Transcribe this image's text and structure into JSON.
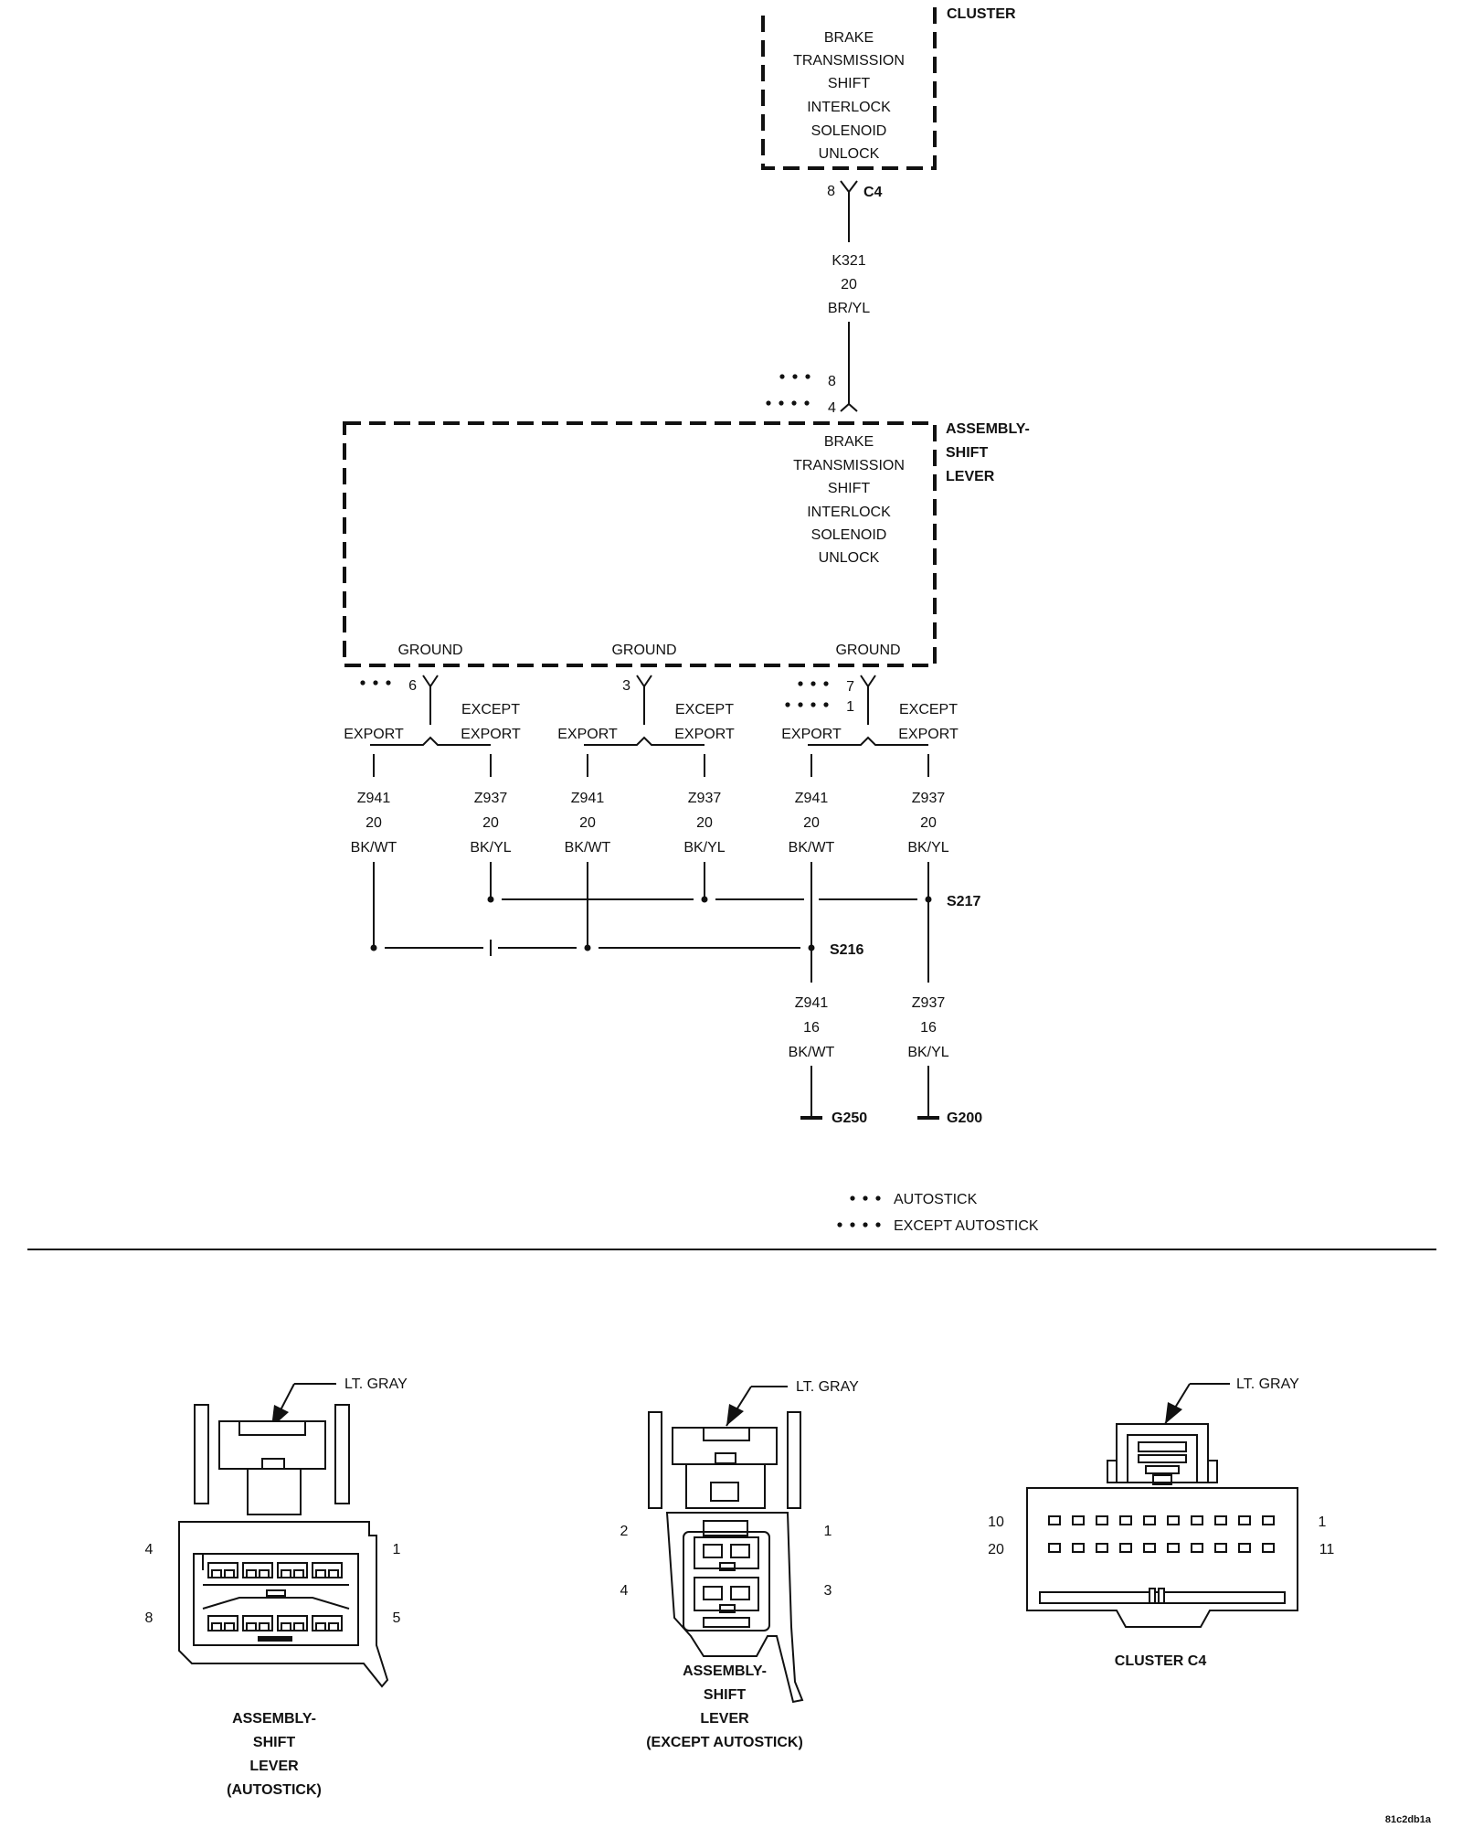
{
  "cluster": {
    "label": "CLUSTER",
    "function_lines": [
      "BRAKE",
      "TRANSMISSION",
      "SHIFT",
      "INTERLOCK",
      "SOLENOID",
      "UNLOCK"
    ],
    "pin": "8",
    "connector": "C4"
  },
  "wire_k321": {
    "circuit": "K321",
    "gauge": "20",
    "color": "BR/YL"
  },
  "assembly": {
    "label_lines": [
      "ASSEMBLY-",
      "SHIFT",
      "LEVER"
    ],
    "function_lines": [
      "BRAKE",
      "TRANSMISSION",
      "SHIFT",
      "INTERLOCK",
      "SOLENOID",
      "UNLOCK"
    ],
    "input_pins": [
      "8",
      "4"
    ],
    "grounds": [
      {
        "label": "GROUND",
        "pins": [
          "6"
        ]
      },
      {
        "label": "GROUND",
        "pins": [
          "3"
        ]
      },
      {
        "label": "GROUND",
        "pins": [
          "7",
          "1"
        ]
      }
    ]
  },
  "branch_labels": {
    "export": "EXPORT",
    "except_export_line1": "EXCEPT",
    "except_export_line2": "EXPORT"
  },
  "wires_20": [
    {
      "circuit": "Z941",
      "gauge": "20",
      "color": "BK/WT"
    },
    {
      "circuit": "Z937",
      "gauge": "20",
      "color": "BK/YL"
    },
    {
      "circuit": "Z941",
      "gauge": "20",
      "color": "BK/WT"
    },
    {
      "circuit": "Z937",
      "gauge": "20",
      "color": "BK/YL"
    },
    {
      "circuit": "Z941",
      "gauge": "20",
      "color": "BK/WT"
    },
    {
      "circuit": "Z937",
      "gauge": "20",
      "color": "BK/YL"
    }
  ],
  "splices": {
    "s216": "S216",
    "s217": "S217"
  },
  "wires_16": [
    {
      "circuit": "Z941",
      "gauge": "16",
      "color": "BK/WT",
      "ground": "G250"
    },
    {
      "circuit": "Z937",
      "gauge": "16",
      "color": "BK/YL",
      "ground": "G200"
    }
  ],
  "legend": {
    "autostick": "AUTOSTICK",
    "except_autostick": "EXCEPT AUTOSTICK"
  },
  "connectors": [
    {
      "color_label": "LT. GRAY",
      "pins": [
        "4",
        "1",
        "8",
        "5"
      ],
      "name_lines": [
        "ASSEMBLY-",
        "SHIFT",
        "LEVER",
        "(AUTOSTICK)"
      ]
    },
    {
      "color_label": "LT. GRAY",
      "pins": [
        "2",
        "1",
        "4",
        "3"
      ],
      "name_lines": [
        "ASSEMBLY-",
        "SHIFT",
        "LEVER",
        "(EXCEPT AUTOSTICK)"
      ]
    },
    {
      "color_label": "LT. GRAY",
      "pins": [
        "10",
        "1",
        "20",
        "11"
      ],
      "name_lines": [
        "CLUSTER C4"
      ]
    }
  ],
  "figure_id": "81c2db1a"
}
